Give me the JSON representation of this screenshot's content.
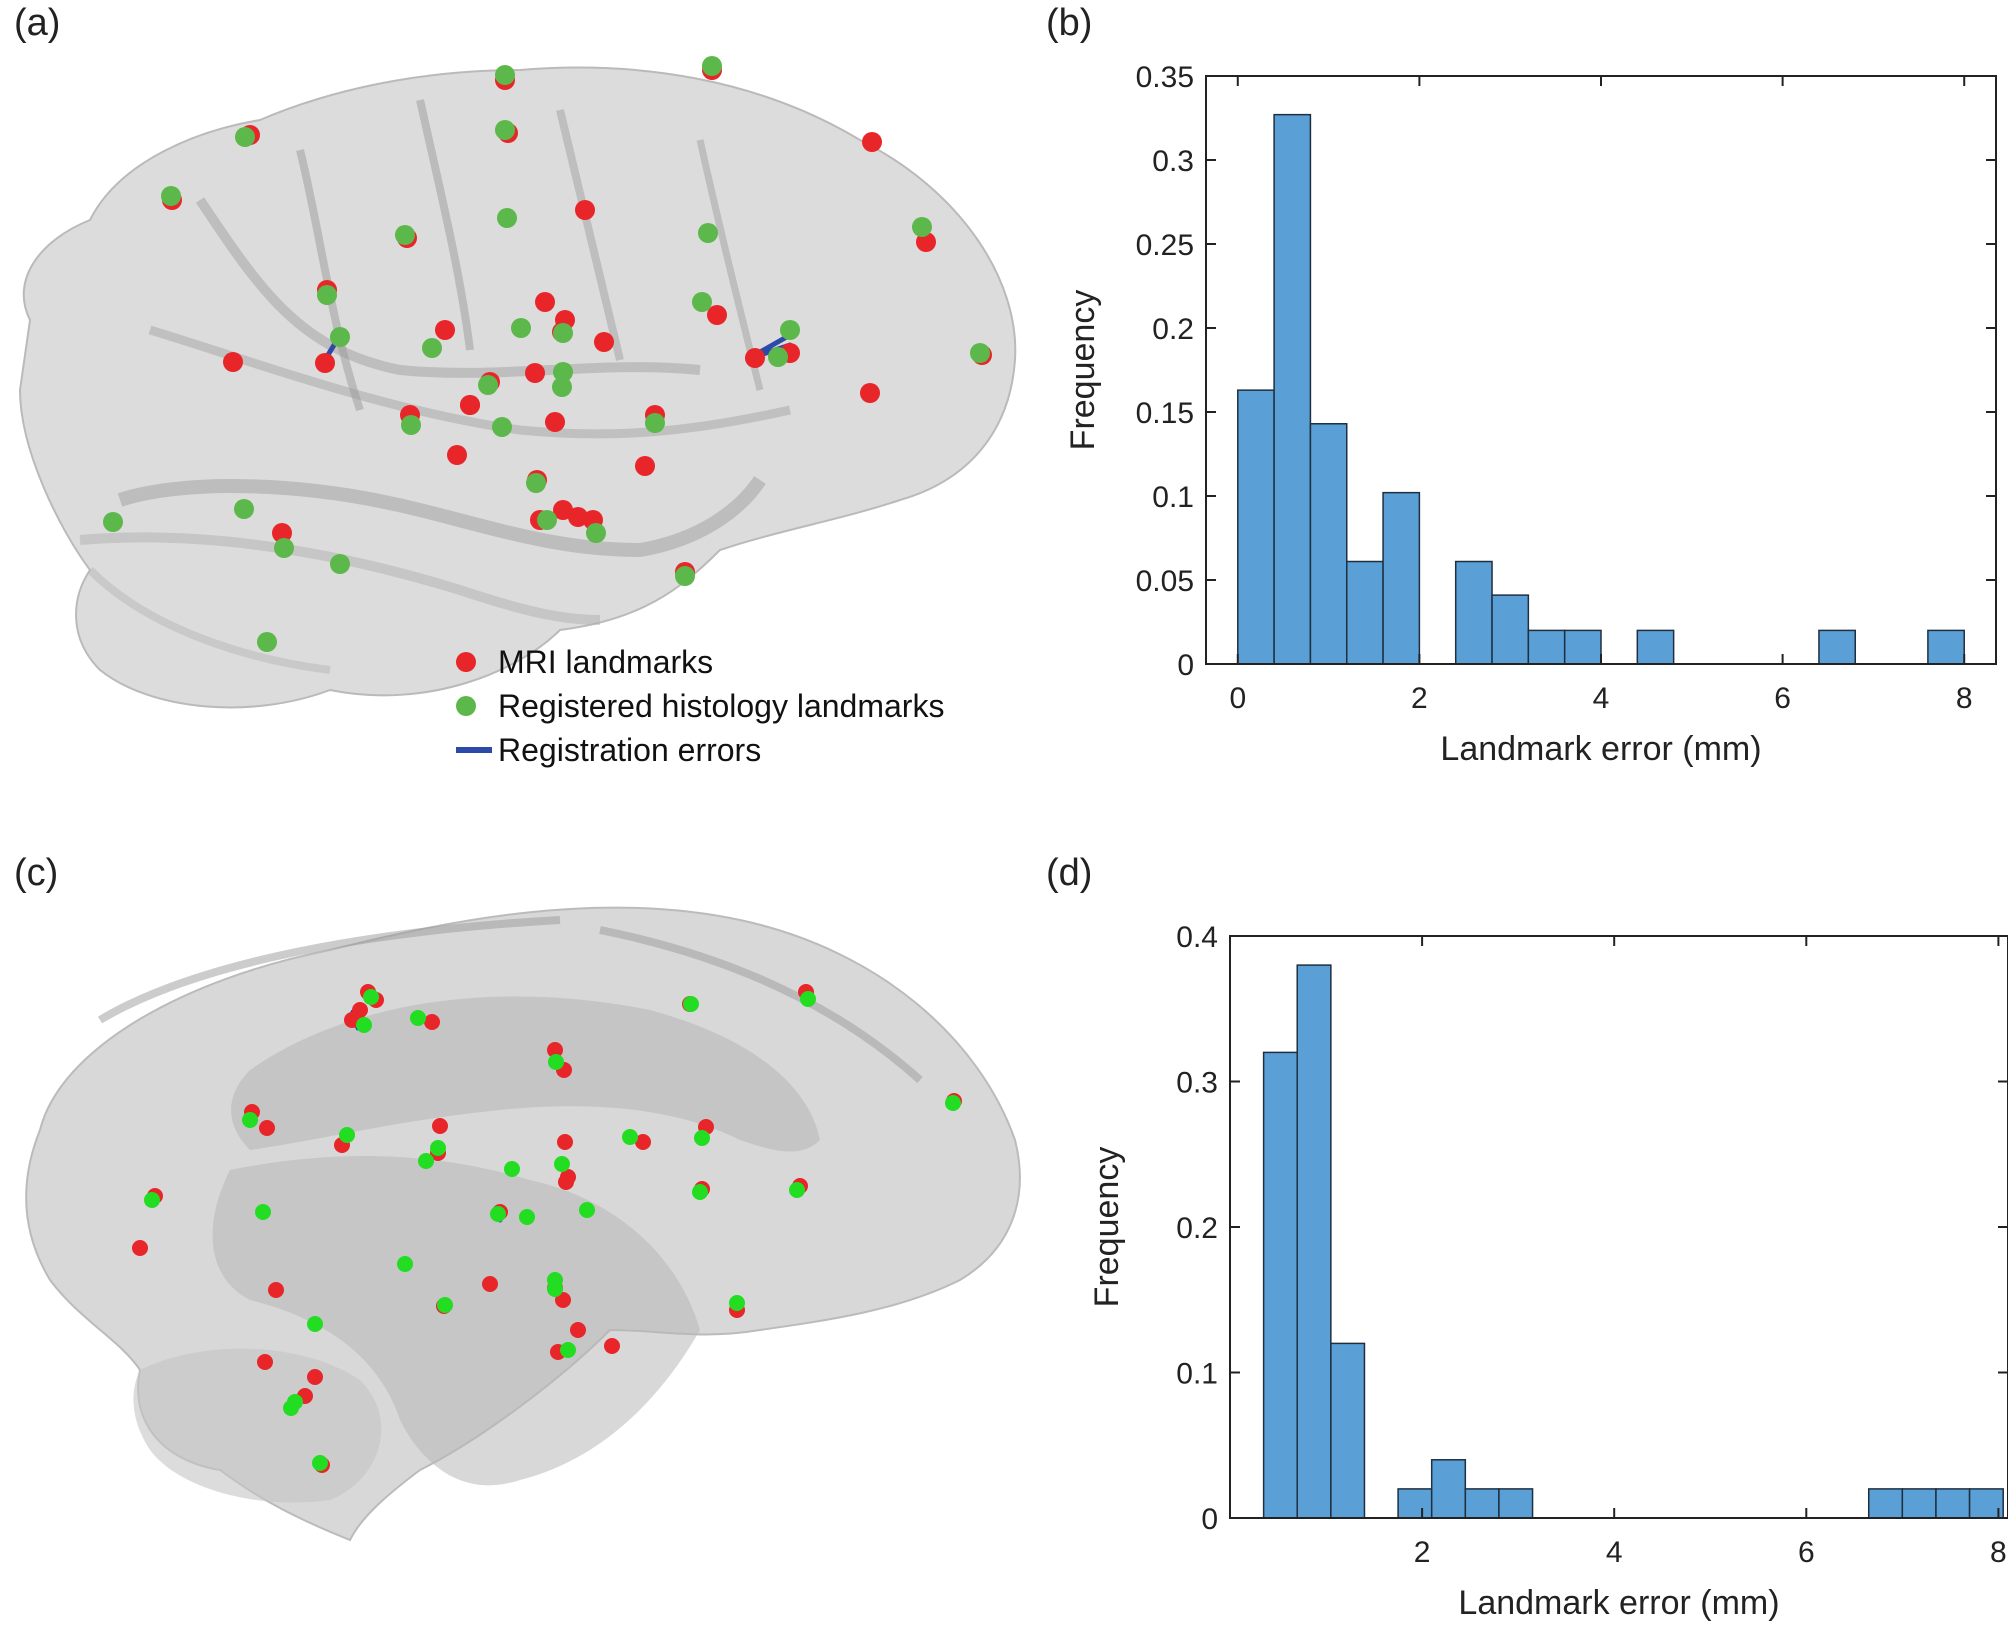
{
  "panels": {
    "a": "(a)",
    "b": "(b)",
    "c": "(c)",
    "d": "(d)"
  },
  "legend": {
    "mri": "MRI landmarks",
    "histology": "Registered histology landmarks",
    "errors": "Registration errors"
  },
  "colors": {
    "mri": "#e8262a",
    "histology": "#5cb84a",
    "histology_bright": "#22dd22",
    "error_line": "#2e4aa8",
    "bar_fill": "#5a9fd6",
    "bar_edge": "#1e2f40",
    "brain_fill": "#c9c9c9"
  },
  "chart_data": [
    {
      "type": "bar",
      "panel": "b",
      "xlabel": "Landmark error (mm)",
      "ylabel": "Frequency",
      "xlim": [
        -0.35,
        8.35
      ],
      "ylim": [
        0,
        0.35
      ],
      "xticks": [
        "0",
        "2",
        "4",
        "6",
        "8"
      ],
      "xtick_values": [
        0,
        2,
        4,
        6,
        8
      ],
      "yticks": [
        "0",
        "0.05",
        "0.1",
        "0.15",
        "0.2",
        "0.25",
        "0.3",
        "0.35"
      ],
      "ytick_values": [
        0,
        0.05,
        0.1,
        0.15,
        0.2,
        0.25,
        0.3,
        0.35
      ],
      "bin_width": 0.4,
      "bin_start": 0,
      "values": [
        0.163,
        0.327,
        0.143,
        0.061,
        0.102,
        0,
        0.061,
        0.041,
        0.02,
        0.02,
        0,
        0.02,
        0,
        0,
        0,
        0,
        0.02,
        0,
        0,
        0.02
      ],
      "grid": false
    },
    {
      "type": "bar",
      "panel": "d",
      "xlabel": "Landmark error (mm)",
      "ylabel": "Frequency",
      "xlim": [
        0,
        8.1
      ],
      "ylim": [
        0,
        0.4
      ],
      "xticks": [
        "2",
        "4",
        "6",
        "8"
      ],
      "xtick_values": [
        2,
        4,
        6,
        8
      ],
      "yticks": [
        "0",
        "0.1",
        "0.2",
        "0.3",
        "0.4"
      ],
      "ytick_values": [
        0,
        0.1,
        0.2,
        0.3,
        0.4
      ],
      "bin_width": 0.35,
      "bin_start": 0.35,
      "values": [
        0.32,
        0.38,
        0.12,
        0,
        0.02,
        0.04,
        0.02,
        0.02,
        0,
        0,
        0,
        0,
        0,
        0,
        0,
        0,
        0,
        0,
        0.02,
        0.02,
        0.02,
        0.02
      ],
      "grid": false
    }
  ]
}
